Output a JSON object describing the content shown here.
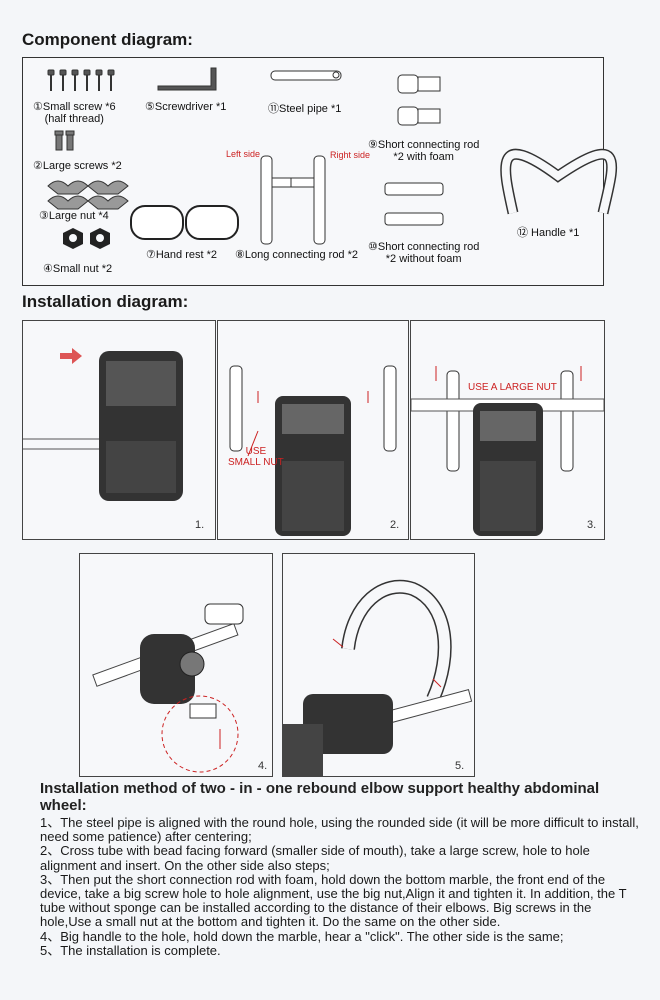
{
  "component": {
    "heading": "Component diagram:",
    "items": {
      "small_screw": "①Small screw *6\n(half thread)",
      "screwdriver": "⑤Screwdriver *1",
      "steel_pipe": "⑪Steel pipe *1",
      "large_screws": "②Large screws *2",
      "left_side": "Left side",
      "right_side": "Right side",
      "short_rod_foam": "⑨Short connecting rod\n*2 with foam",
      "large_nut": "③Large nut *4",
      "handle": "⑫ Handle *1",
      "small_nut": "④Small nut *2",
      "hand_rest": "⑦Hand rest *2",
      "long_rod": "⑧Long connecting rod *2",
      "short_rod_nofoam": "⑩Short connecting rod\n*2 without foam"
    }
  },
  "installation": {
    "heading": "Installation diagram:",
    "panels": [
      "1.",
      "2.",
      "3.",
      "4.",
      "5."
    ],
    "annotations": {
      "use_small_nut": "USE\nSMALL NUT",
      "use_large_nut": "USE A LARGE NUT"
    }
  },
  "instructions": {
    "title": "Installation method of two - in - one rebound elbow support healthy abdominal wheel:",
    "steps": [
      "1、The steel pipe is aligned with the round hole, using the rounded side (it will be more difficult to install, need some patience) after centering;",
      "2、Cross tube with bead facing forward (smaller side of mouth), take a large screw, hole to hole alignment and insert. On the other side also steps;",
      "3、Then put the short connection rod with foam, hold down the bottom marble, the front end of the device, take a big screw hole to hole alignment, use the big nut,Align it and tighten it. In addition, the T tube without sponge can be installed according to the distance of their elbows. Big screws in the hole,Use a small nut at the bottom and tighten it. Do the same on the other side.",
      "4、Big handle to the hole, hold down the marble, hear a \"click\". The other side is the same;",
      "5、The installation is complete."
    ]
  },
  "colors": {
    "annotation_red": "#cc2222",
    "line": "#333333"
  }
}
